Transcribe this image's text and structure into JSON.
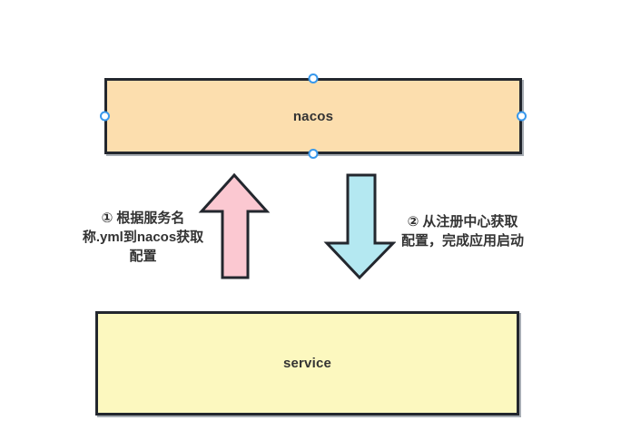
{
  "diagram": {
    "background_color": "#ffffff",
    "nodes": {
      "nacos": {
        "label": "nacos",
        "fill": "#FCDEAE",
        "border_color": "#23272E",
        "selected": true
      },
      "service": {
        "label": "service",
        "fill": "#FCF8BF",
        "border_color": "#23272E"
      }
    },
    "selection": {
      "handle_color": "#3898EC",
      "handle_fill": "#ffffff"
    },
    "arrows": {
      "up": {
        "name": "arrow-up",
        "direction": "up",
        "fill": "#FBC8D1",
        "stroke": "#23272E"
      },
      "down": {
        "name": "arrow-down",
        "direction": "down",
        "fill": "#B4E8F1",
        "stroke": "#23272E"
      }
    },
    "annotations": {
      "left": {
        "full_text": "① 根据服务名称.yml到nacos获取配置",
        "lines": [
          "① 根据服务名",
          "称.yml到nacos获取",
          "配置"
        ]
      },
      "right": {
        "full_text": "② 从注册中心获取配置，完成应用启动",
        "lines": [
          "② 从注册中心获取",
          "配置，完成应用启动"
        ]
      }
    },
    "text_color": "#333333"
  }
}
